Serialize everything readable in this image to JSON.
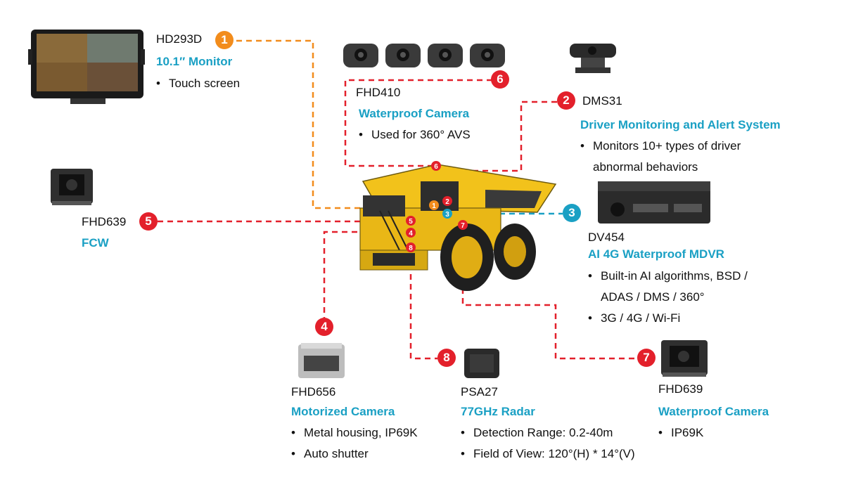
{
  "colors": {
    "red": "#e3202b",
    "orange": "#f28c1c",
    "teal": "#1aa0c4",
    "title": "#1aa0c4"
  },
  "items": {
    "monitor": {
      "num": "1",
      "model": "HD293D",
      "title": "10.1″ Monitor",
      "bullets": [
        "Touch screen"
      ]
    },
    "dms": {
      "num": "2",
      "model": "DMS31",
      "title": "Driver Monitoring and Alert System",
      "bullets": [
        "Monitors 10+ types of driver",
        "abnormal behaviors"
      ]
    },
    "mdvr": {
      "num": "3",
      "model": "DV454",
      "title": "AI 4G Waterproof MDVR",
      "bullets": [
        "Built-in AI algorithms, BSD /",
        "ADAS / DMS / 360°",
        "3G / 4G / Wi-Fi"
      ]
    },
    "motorized": {
      "num": "4",
      "model": "FHD656",
      "title": "Motorized Camera",
      "bullets": [
        "Metal housing, IP69K",
        "Auto shutter"
      ]
    },
    "fcw": {
      "num": "5",
      "model": "FHD639",
      "title": "FCW"
    },
    "avs": {
      "num": "6",
      "model": "FHD410",
      "title": "Waterproof Camera",
      "bullets": [
        "Used for 360° AVS"
      ]
    },
    "rearcam": {
      "num": "7",
      "model": "FHD639",
      "title": "Waterproof Camera",
      "bullets": [
        "IP69K"
      ]
    },
    "radar": {
      "num": "8",
      "model": "PSA27",
      "title": "77GHz Radar",
      "bullets": [
        "Detection Range: 0.2-40m",
        "Field of View: 120°(H) * 14°(V)"
      ]
    }
  }
}
